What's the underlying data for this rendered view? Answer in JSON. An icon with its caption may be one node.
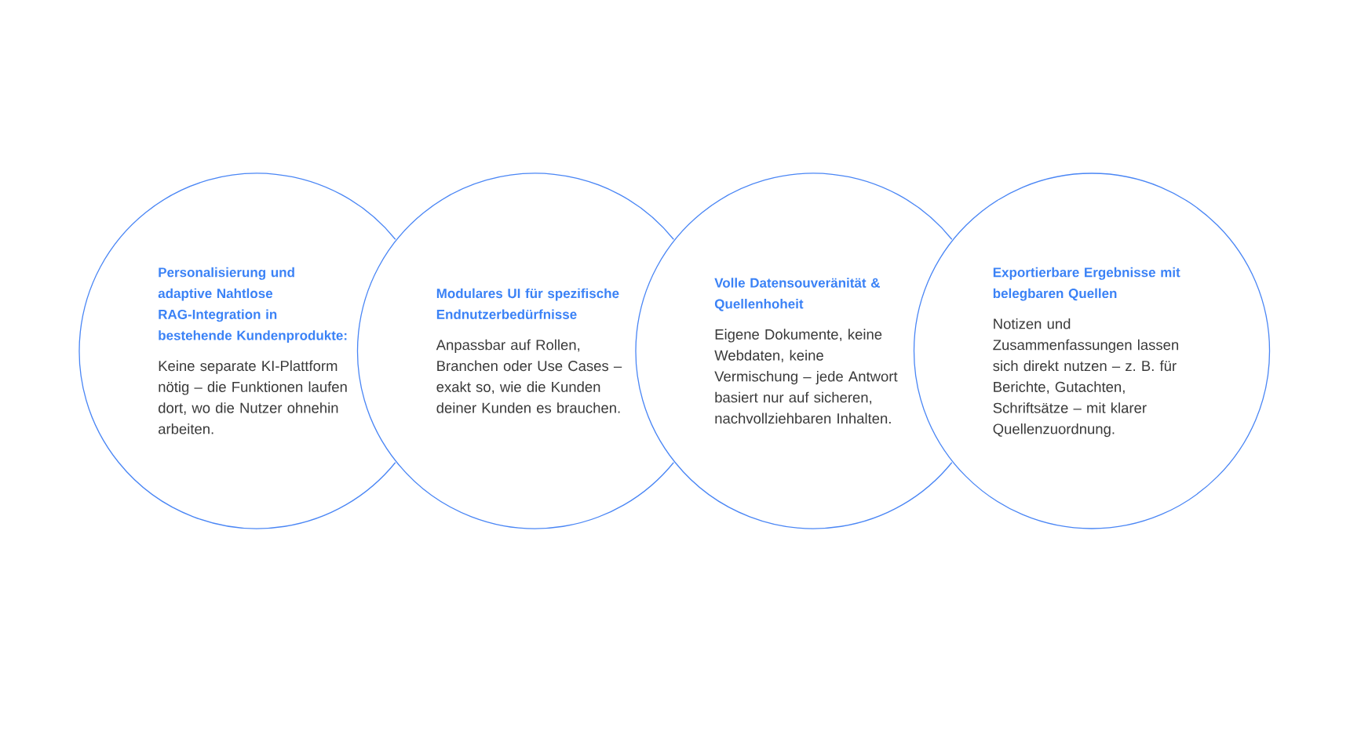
{
  "diagram": {
    "nodes": [
      {
        "text": [
          "Personalisierung und adaptive Nahtlose RAG-Integration in bestehende Kundenprodukte:",
          "Keine separate KI-Plattform nötig – die Funktionen laufen dort, wo die Nutzer ohnehin arbeiten."
        ]
      },
      {
        "text": [
          "Modulares UI für spezifische Endnutzerbedürfnisse",
          "Anpassbar auf Rollen, Branchen oder Use Cases – exakt so, wie die Kunden deiner Kunden es brauchen."
        ]
      },
      {
        "text": [
          "Volle Datensouveränität & Quellenhoheit",
          "Eigene Dokumente, keine Webdaten, keine Vermischung – jede Antwort basiert nur auf sicheren, nachvollziehbaren Inhalten."
        ]
      },
      {
        "text": [
          "Exportierbare Ergebnisse mit belegbaren Quellen",
          "Notizen und Zusammenfassungen lassen sich direkt nutzen – z. B. für Berichte, Gutachten, Schriftsätze – mit klarer Quellenzuordnung."
        ]
      }
    ]
  }
}
